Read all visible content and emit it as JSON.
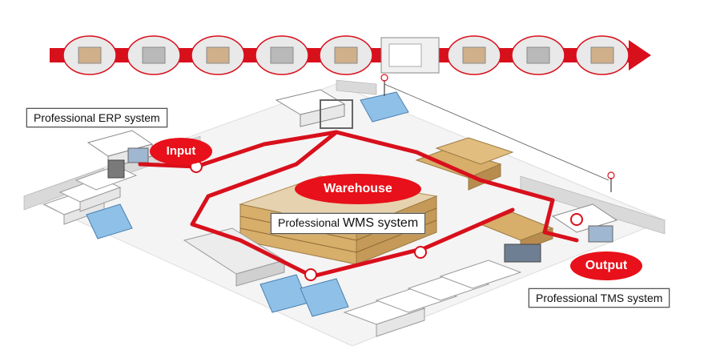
{
  "labels": {
    "erp": "Professional ERP system",
    "wms_prefix": "Professional ",
    "wms_main": "WMS system",
    "tms": "Professional TMS system"
  },
  "pills": {
    "input": "Input",
    "warehouse": "Warehouse",
    "output": "Output"
  },
  "process_steps": [
    "receiving-station-icon",
    "forklift-loading-icon",
    "pallet-boxes-icon",
    "sorting-machine-icon",
    "operator-terminal-icon",
    "control-panel-icon",
    "racking-shelves-icon",
    "stacked-cartons-icon",
    "dispatch-dock-icon"
  ],
  "colors": {
    "flow_red": "#d8101c",
    "pill_red": "#e8101a",
    "floor_gray": "#eeeeee",
    "wall_gray": "#c9c9c9",
    "station_blue": "#8fc1e8",
    "box_tan": "#d7ae6a"
  }
}
